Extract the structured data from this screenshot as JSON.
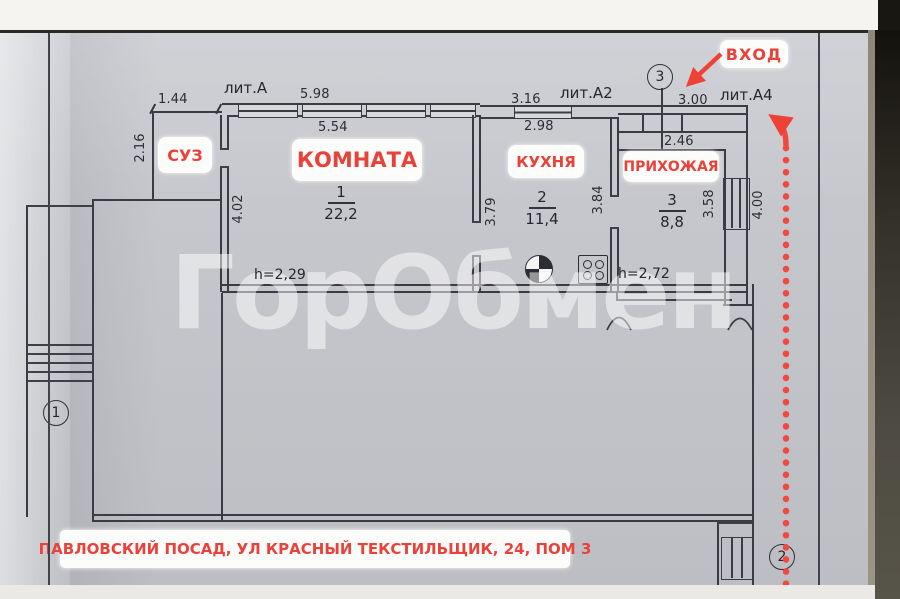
{
  "watermark": "ГорОбмен",
  "address": "ПАВЛОВСКИЙ ПОСАД, УЛ КРАСНЫЙ ТЕКСТИЛЬЩИК, 24, ПОМ 3",
  "entrance": {
    "label": "ВХОД"
  },
  "liters": {
    "a": "лит.А",
    "a2": "лит.А2",
    "a4": "лит.А4"
  },
  "rooms": {
    "suz": {
      "label": "СУЗ"
    },
    "komnata": {
      "label": "КОМНАТА",
      "num": "1",
      "area": "22,2",
      "height": "h=2,29"
    },
    "kuhnya": {
      "label": "КУХНЯ",
      "num": "2",
      "area": "11,4"
    },
    "prihozhaya": {
      "label": "ПРИХОЖАЯ",
      "num": "3",
      "area": "8,8",
      "height": "h=2,72"
    }
  },
  "dims": {
    "d144": "1.44",
    "d598": "5.98",
    "d554": "5.54",
    "d316": "3.16",
    "d298": "2.98",
    "d300": "3.00",
    "d246": "2.46",
    "d216": "2.16",
    "d402": "4.02",
    "d379": "3.79",
    "d384": "3.84",
    "d358": "3.58",
    "d400": "4.00"
  },
  "markers": {
    "m1": "1",
    "m2": "2",
    "m3": "3"
  },
  "colors": {
    "annotation_red": "#ef4237",
    "paper": "#c5c7cc",
    "line": "#3b3b43"
  }
}
